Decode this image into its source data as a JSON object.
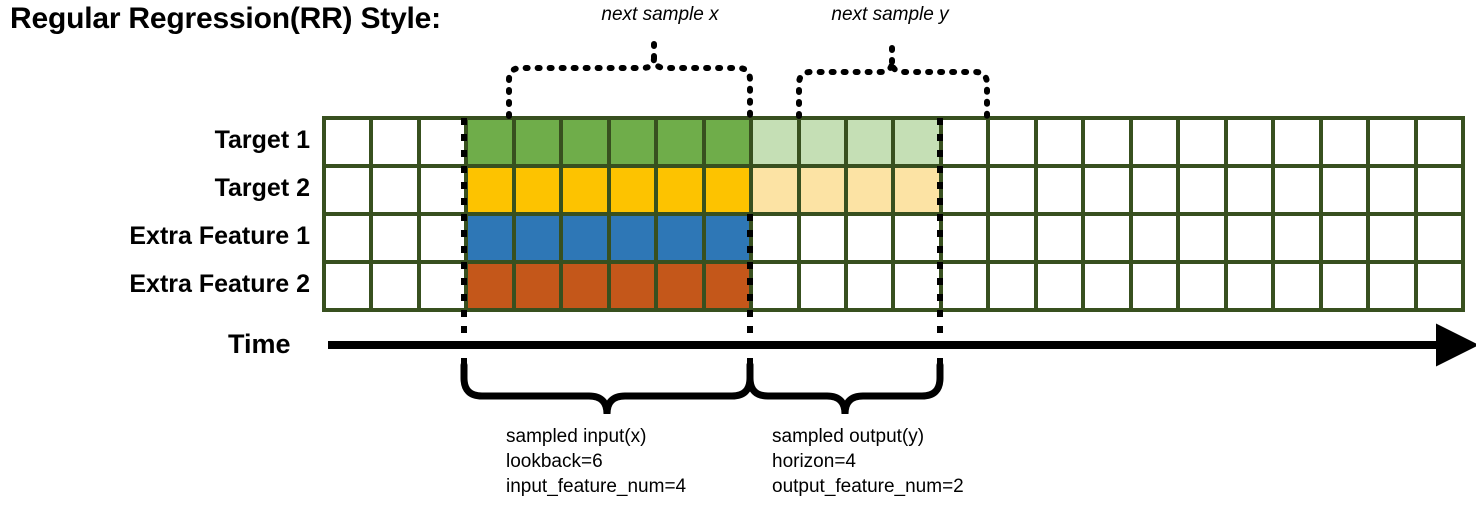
{
  "title": "Regular Regression(RR) Style:",
  "top_labels": {
    "input_brace": "next sample x",
    "output_brace": "next sample y"
  },
  "row_labels": [
    "Target 1",
    "Target 2",
    "Extra Feature 1",
    "Extra Feature 2"
  ],
  "time_axis": {
    "label": "Time",
    "direction": "left-to-right",
    "arrow": "arrow-right-icon"
  },
  "grid": {
    "columns": 24,
    "rows": 4,
    "border_color": "#38501F",
    "empty_color": "#FFFFFF",
    "input_start_column": 4,
    "input_end_column": 9,
    "output_start_column": 10,
    "output_end_column": 13,
    "row_fill": [
      {
        "label": "Target 1",
        "solid_color": "#6FAD4A",
        "light_color": "#C5DFB5",
        "cells": [
          "white",
          "white",
          "white",
          "solid",
          "solid",
          "solid",
          "solid",
          "solid",
          "solid",
          "light",
          "light",
          "light",
          "light",
          "white",
          "white",
          "white",
          "white",
          "white",
          "white",
          "white",
          "white",
          "white",
          "white",
          "white"
        ]
      },
      {
        "label": "Target 2",
        "solid_color": "#FDC300",
        "light_color": "#FCE3A4",
        "cells": [
          "white",
          "white",
          "white",
          "solid",
          "solid",
          "solid",
          "solid",
          "solid",
          "solid",
          "light",
          "light",
          "light",
          "light",
          "white",
          "white",
          "white",
          "white",
          "white",
          "white",
          "white",
          "white",
          "white",
          "white",
          "white"
        ]
      },
      {
        "label": "Extra Feature 1",
        "solid_color": "#2E77B6",
        "light_color": "#FFFFFF",
        "cells": [
          "white",
          "white",
          "white",
          "solid",
          "solid",
          "solid",
          "solid",
          "solid",
          "solid",
          "white",
          "white",
          "white",
          "white",
          "white",
          "white",
          "white",
          "white",
          "white",
          "white",
          "white",
          "white",
          "white",
          "white",
          "white"
        ]
      },
      {
        "label": "Extra Feature 2",
        "solid_color": "#C4571A",
        "light_color": "#FFFFFF",
        "cells": [
          "white",
          "white",
          "white",
          "solid",
          "solid",
          "solid",
          "solid",
          "solid",
          "solid",
          "white",
          "white",
          "white",
          "white",
          "white",
          "white",
          "white",
          "white",
          "white",
          "white",
          "white",
          "white",
          "white",
          "white",
          "white"
        ]
      }
    ]
  },
  "bottom_notes": {
    "input": "sampled input(x)\nlookback=6\ninput_feature_num=4",
    "output": "sampled output(y)\nhorizon=4\noutput_feature_num=2"
  },
  "colors": {
    "grid_border": "#38501F",
    "target1": "#6FAD4A",
    "target1_light": "#C5DFB5",
    "target2": "#FDC300",
    "target2_light": "#FCE3A4",
    "extra1": "#2E77B6",
    "extra2": "#C4571A",
    "ink": "#000000"
  }
}
